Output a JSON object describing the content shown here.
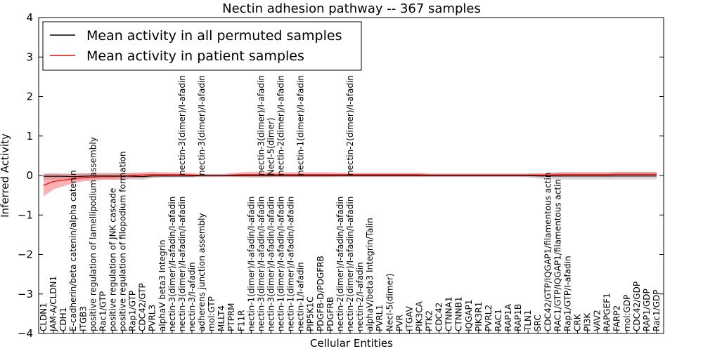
{
  "chart_data": {
    "type": "line",
    "title": "Nectin adhesion pathway -- 367 samples",
    "xlabel": "Cellular Entities",
    "ylabel": "Inferred Activity",
    "ylim": [
      -4,
      4
    ],
    "yticks": [
      -4,
      -3,
      -2,
      -1,
      0,
      1,
      2,
      3,
      4
    ],
    "ytick_labels": [
      "−4",
      "−3",
      "−2",
      "−1",
      "0",
      "1",
      "2",
      "3",
      "4"
    ],
    "grid": false,
    "legend_position": "top-left",
    "categories": [
      "CLDN1",
      "JAM-A/CLDN1",
      "CDH1",
      "E-cadherin/beta catenin/alpha catenin",
      "ITGB3",
      "positive regulation of lamellipodium assembly",
      "Rac1/GTP",
      "positive regulation of JNK cascade",
      "positive regulation of filopodium formation",
      "Rap1/GTP",
      "CDC42/GTP",
      "PVRL3",
      "alphaV beta3 Integrin",
      "nectin-3(dimer)/I-afadin/I-afadin",
      "nectin-3(dimer)/I-afadin/I-afadin",
      "nectin-3/I-afadin",
      "adherens junction assembly",
      "mol:GTP",
      "MLLT4",
      "PTPRM",
      "F11R",
      "nectin-1(dimer)/I-afadin/I-afadin",
      "nectin-3(dimer)/I-afadin/I-afadin",
      "nectin-3(dimer)/I-afadin/I-afadin",
      "nectin-1(dimer)/I-afadin/I-afadin",
      "nectin-1(dimer)/I-afadin/I-afadin",
      "nectin-1/I-afadin",
      "PIP5K1C",
      "PDGFB-D/PDGFRB",
      "PDGFRB",
      "nectin-2(dimer)/I-afadin/I-afadin",
      "nectin-2(dimer)/I-afadin/I-afadin",
      "nectin-2/I-afadin",
      "alphaV/beta3 Integrin/Talin",
      "PVRL1",
      "Necl-5(dimer)",
      "PVR",
      "ITGAV",
      "PIK3CA",
      "PTK2",
      "CDC42",
      "CTNNA1",
      "CTNNB1",
      "IQGAP1",
      "PIK3R1",
      "PVRL2",
      "RAC1",
      "RAP1A",
      "RAP1B",
      "TLN1",
      "SRC",
      "CDC42/GTP/IQGAP1/filamentous actin",
      "RAC1/GTP/IQGAP1/filamentous actin",
      "Rap1/GTP/I-afadin",
      "CRK",
      "PI3K",
      "VAV2",
      "RAPGEF1",
      "FARP2",
      "mol:GDP",
      "CDC42/GDP",
      "RAP1/GDP",
      "Rac1/GDP"
    ],
    "upper_labels": [
      {
        "index": 14,
        "label": "nectin-3(dimer)/I-afadin"
      },
      {
        "index": 16,
        "label": "nectin-3(dimer)/I-afadin"
      },
      {
        "index": 22,
        "label": "nectin-3(dimer)/I-afadin"
      },
      {
        "index": 23,
        "label": "Necl-5(dimer)"
      },
      {
        "index": 24,
        "label": "nectin-2(dimer)/I-afadin"
      },
      {
        "index": 26,
        "label": "nectin-1(dimer)/I-afadin"
      },
      {
        "index": 31,
        "label": "nectin-2(dimer)/I-afadin"
      }
    ],
    "series": [
      {
        "name": "Mean activity in all permuted samples",
        "color": "#000000",
        "values": [
          -0.02,
          -0.02,
          -0.02,
          -0.03,
          -0.02,
          -0.01,
          -0.01,
          -0.01,
          -0.01,
          -0.02,
          -0.03,
          -0.01,
          -0.01,
          -0.01,
          -0.01,
          -0.01,
          0.0,
          0.0,
          0.0,
          0.0,
          0.0,
          0.0,
          0.0,
          0.0,
          0.0,
          0.0,
          0.0,
          0.0,
          0.0,
          0.0,
          0.0,
          0.0,
          0.0,
          0.0,
          0.0,
          0.0,
          0.0,
          0.0,
          0.0,
          0.0,
          0.0,
          0.0,
          0.0,
          0.0,
          0.0,
          0.0,
          0.0,
          0.0,
          0.0,
          0.0,
          -0.01,
          -0.01,
          -0.01,
          -0.01,
          -0.01,
          -0.01,
          -0.01,
          -0.01,
          -0.01,
          -0.01,
          -0.01,
          -0.01,
          -0.01
        ],
        "band": [
          0.08,
          0.08,
          0.08,
          0.09,
          0.08,
          0.08,
          0.08,
          0.08,
          0.08,
          0.08,
          0.08,
          0.05,
          0.04,
          0.04,
          0.04,
          0.04,
          0.03,
          0.03,
          0.03,
          0.03,
          0.04,
          0.04,
          0.04,
          0.04,
          0.04,
          0.04,
          0.04,
          0.04,
          0.04,
          0.04,
          0.04,
          0.04,
          0.04,
          0.04,
          0.04,
          0.04,
          0.04,
          0.04,
          0.04,
          0.04,
          0.04,
          0.04,
          0.04,
          0.04,
          0.04,
          0.04,
          0.04,
          0.04,
          0.04,
          0.05,
          0.07,
          0.08,
          0.09,
          0.09,
          0.09,
          0.09,
          0.09,
          0.09,
          0.09,
          0.09,
          0.09,
          0.09,
          0.09
        ]
      },
      {
        "name": "Mean activity in patient samples",
        "color": "#ff0000",
        "values": [
          -0.25,
          -0.15,
          -0.12,
          -0.08,
          -0.05,
          -0.04,
          -0.03,
          -0.03,
          -0.02,
          0.0,
          0.01,
          0.02,
          0.02,
          0.02,
          0.02,
          0.01,
          0.0,
          0.0,
          0.0,
          0.01,
          0.02,
          0.02,
          0.02,
          0.02,
          0.02,
          0.02,
          0.02,
          0.02,
          0.02,
          0.02,
          0.02,
          0.02,
          0.02,
          0.02,
          0.02,
          0.02,
          0.02,
          0.02,
          0.02,
          0.01,
          0.01,
          0.01,
          0.01,
          0.01,
          0.01,
          0.01,
          0.01,
          0.01,
          0.01,
          0.01,
          0.01,
          0.01,
          0.02,
          0.02,
          0.02,
          0.02,
          0.02,
          0.02,
          0.03,
          0.03,
          0.03,
          0.03,
          0.03
        ],
        "band": [
          0.28,
          0.2,
          0.15,
          0.12,
          0.1,
          0.09,
          0.08,
          0.08,
          0.08,
          0.07,
          0.07,
          0.07,
          0.06,
          0.06,
          0.05,
          0.05,
          0.04,
          0.04,
          0.04,
          0.05,
          0.06,
          0.07,
          0.07,
          0.06,
          0.06,
          0.06,
          0.06,
          0.06,
          0.06,
          0.06,
          0.05,
          0.05,
          0.05,
          0.05,
          0.05,
          0.05,
          0.05,
          0.05,
          0.05,
          0.04,
          0.04,
          0.04,
          0.04,
          0.04,
          0.04,
          0.04,
          0.04,
          0.04,
          0.04,
          0.04,
          0.04,
          0.05,
          0.06,
          0.06,
          0.06,
          0.06,
          0.06,
          0.06,
          0.06,
          0.06,
          0.06,
          0.06,
          0.06
        ]
      }
    ]
  }
}
